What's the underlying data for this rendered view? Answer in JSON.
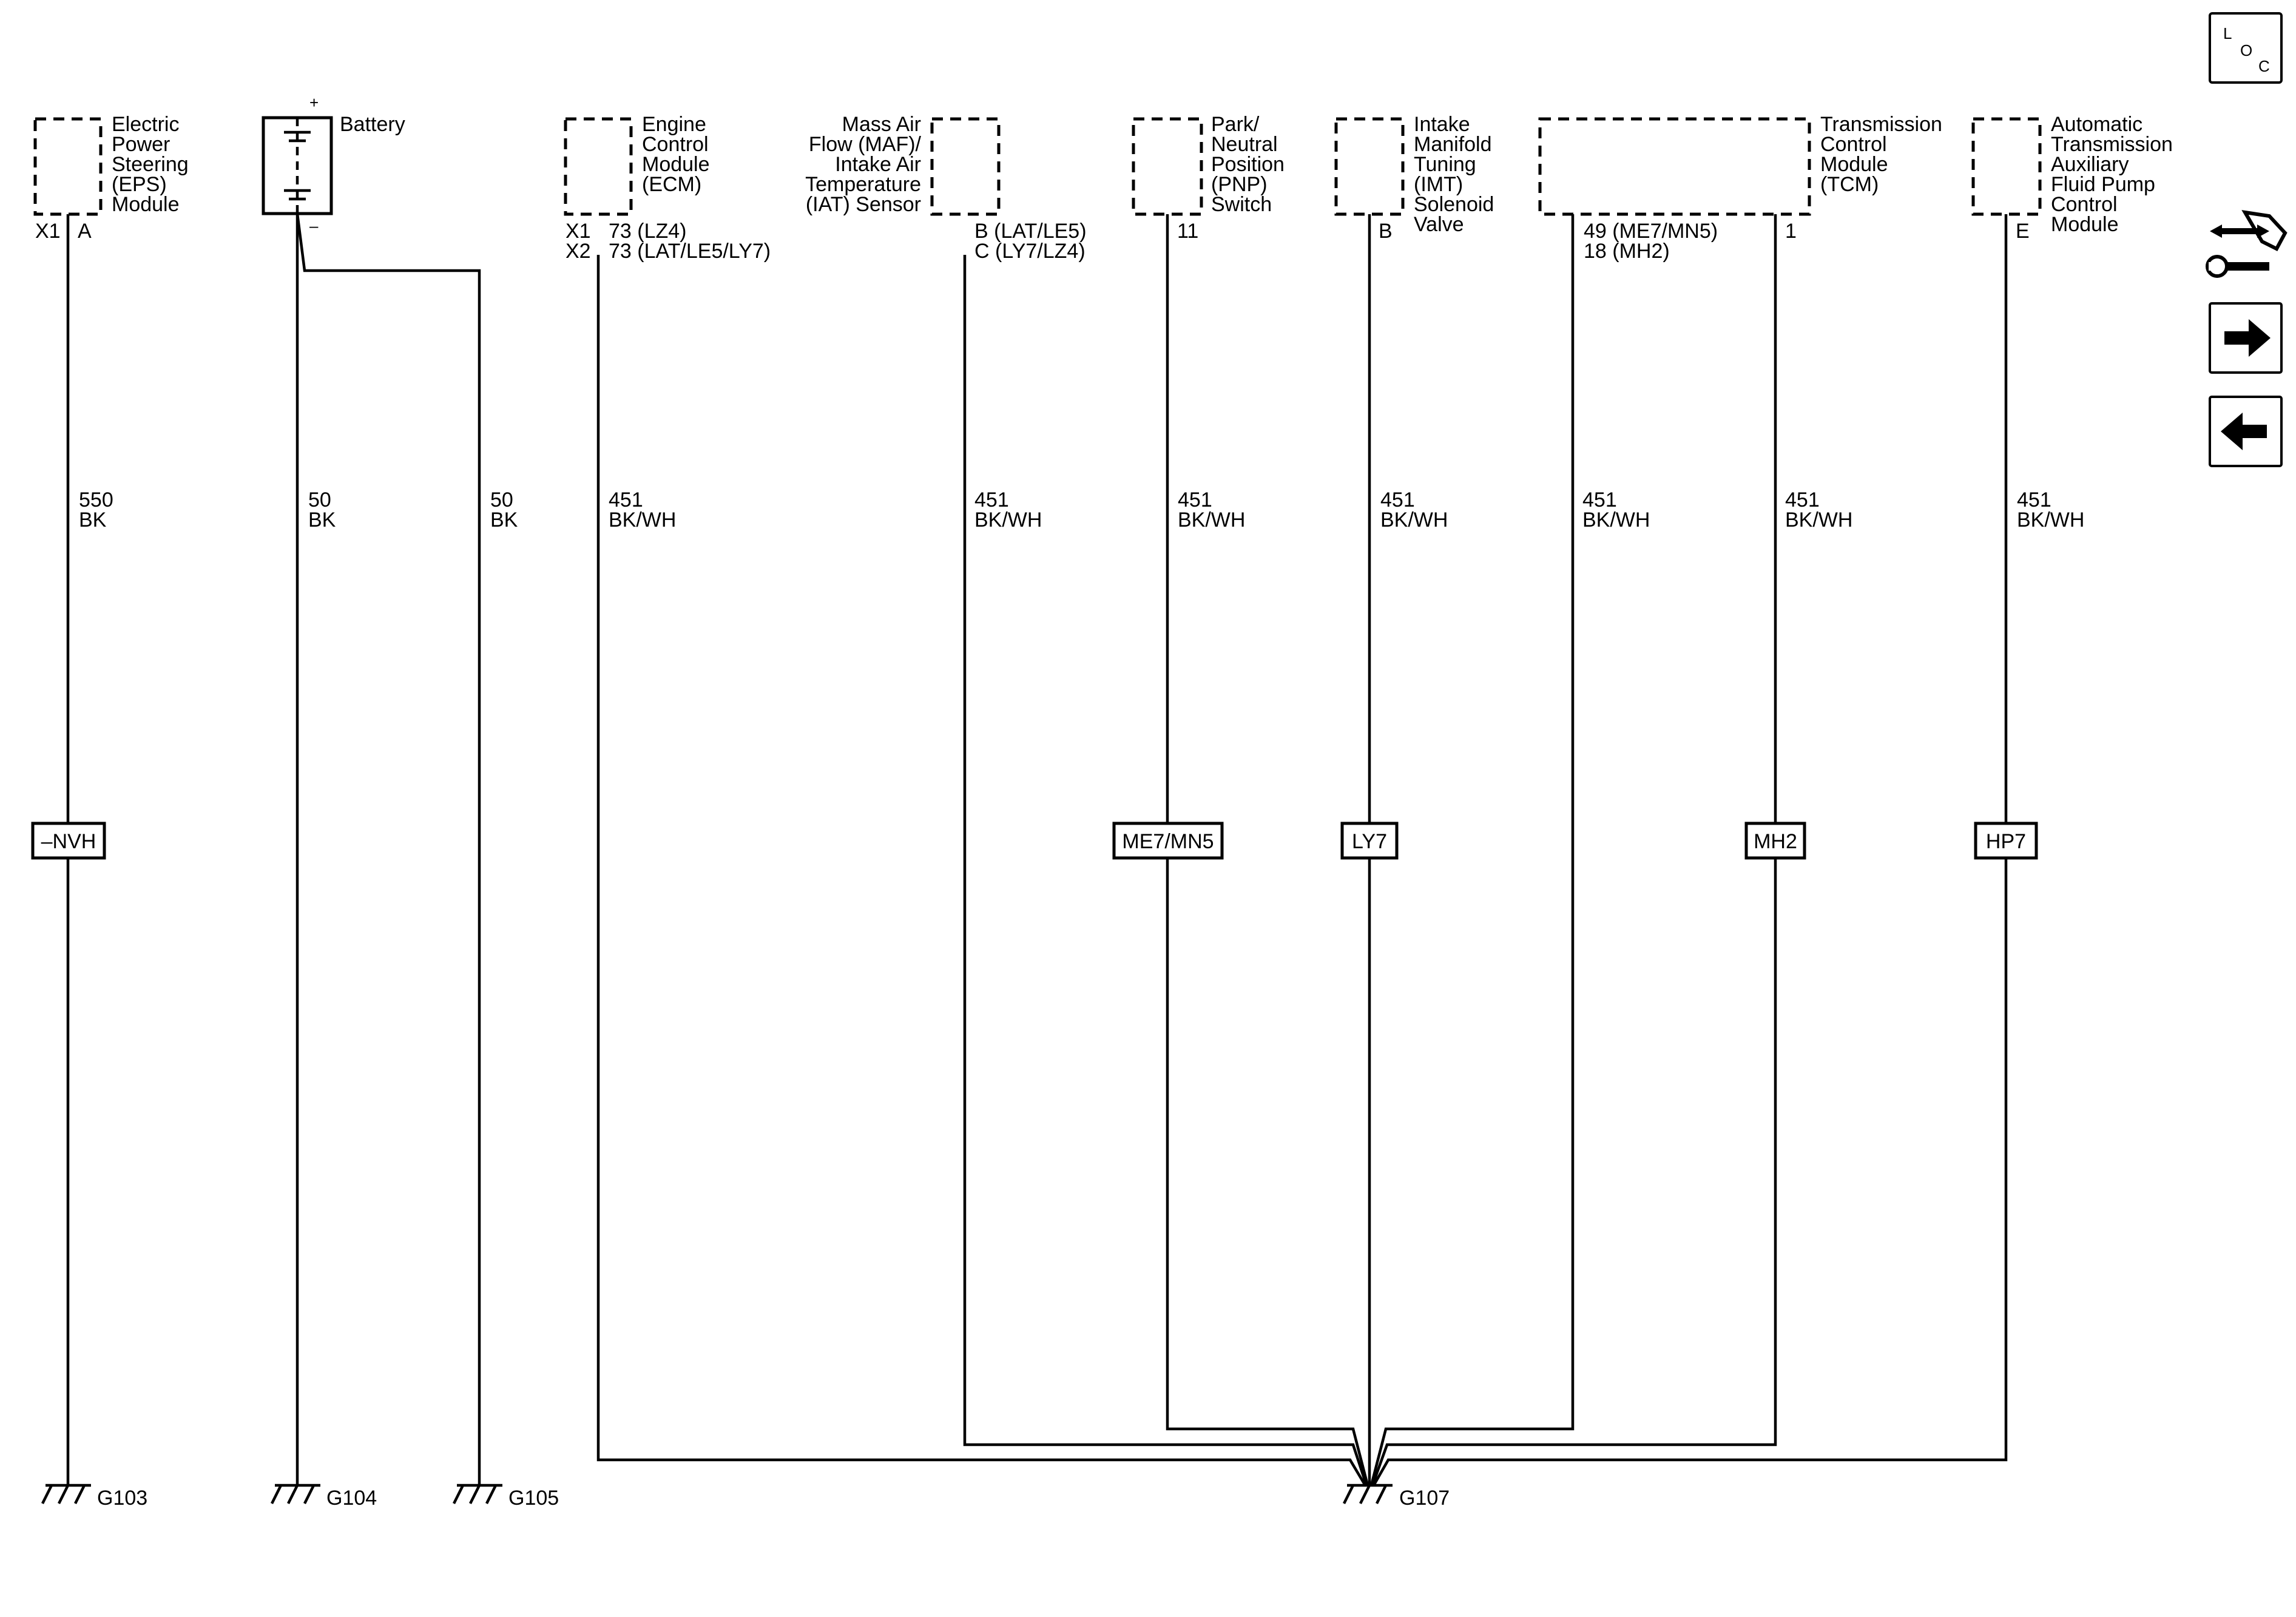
{
  "components": {
    "eps": {
      "label_lines": [
        "Electric",
        "Power",
        "Steering",
        "(EPS)",
        "Module"
      ],
      "connector": "X1",
      "pin": "A",
      "wire_id": "550",
      "wire_color": "BK",
      "option_tag": "–NVH",
      "ground": "G103"
    },
    "battery": {
      "label": "Battery",
      "plus": "+",
      "minus": "–",
      "wire1_id": "50",
      "wire1_color": "BK",
      "ground1": "G104",
      "wire2_id": "50",
      "wire2_color": "BK",
      "ground2": "G105"
    },
    "ecm": {
      "label_lines": [
        "Engine",
        "Control",
        "Module",
        "(ECM)"
      ],
      "pin_rows": [
        {
          "connector": "X1",
          "pin": "73 (LZ4)"
        },
        {
          "connector": "X2",
          "pin": "73 (LAT/LE5/LY7)"
        }
      ],
      "wire_id": "451",
      "wire_color": "BK/WH"
    },
    "maf": {
      "label_lines": [
        "Mass Air",
        "Flow (MAF)/",
        "Intake Air",
        "Temperature",
        "(IAT) Sensor"
      ],
      "pin_rows": [
        "B (LAT/LE5)",
        "C (LY7/LZ4)"
      ],
      "wire_id": "451",
      "wire_color": "BK/WH"
    },
    "pnp": {
      "label_lines": [
        "Park/",
        "Neutral",
        "Position",
        "(PNP)",
        "Switch"
      ],
      "pin": "11",
      "wire_id": "451",
      "wire_color": "BK/WH",
      "option_tag": "ME7/MN5"
    },
    "imt": {
      "label_lines": [
        "Intake",
        "Manifold",
        "Tuning",
        "(IMT)",
        "Solenoid",
        "Valve"
      ],
      "pin": "B",
      "wire_id": "451",
      "wire_color": "BK/WH",
      "option_tag": "LY7"
    },
    "tcm": {
      "label_lines": [
        "Transmission",
        "Control",
        "Module",
        "(TCM)"
      ],
      "pin_rows": [
        "49 (ME7/MN5)",
        "18 (MH2)"
      ],
      "pin2": "1",
      "wire1_id": "451",
      "wire1_color": "BK/WH",
      "wire2_id": "451",
      "wire2_color": "BK/WH",
      "option_tag": "MH2"
    },
    "aux_pump": {
      "label_lines": [
        "Automatic",
        "Transmission",
        "Auxiliary",
        "Fluid Pump",
        "Control",
        "Module"
      ],
      "pin": "E",
      "wire_id": "451",
      "wire_color": "BK/WH",
      "option_tag": "HP7"
    },
    "common_ground": "G107"
  },
  "nav": {
    "loc_letters": [
      "L",
      "O",
      "C"
    ],
    "icons": [
      "connector-repair-icon",
      "next-arrow-icon",
      "previous-arrow-icon"
    ]
  }
}
